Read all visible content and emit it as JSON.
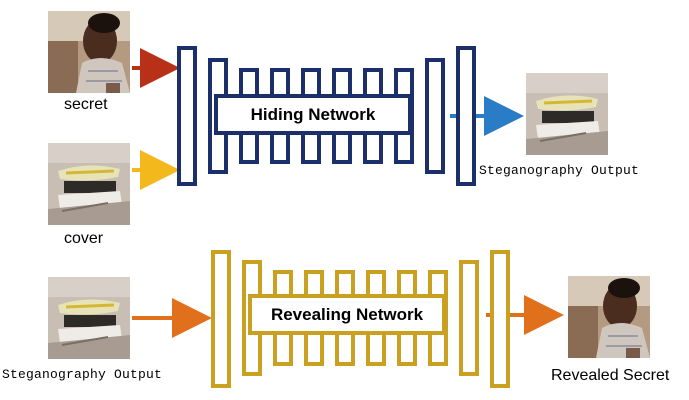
{
  "labels": {
    "secret": "secret",
    "cover": "cover",
    "stego_output_top": "Steganography Output",
    "stego_output_bottom": "Steganography Output",
    "revealed_secret": "Revealed Secret"
  },
  "networks": {
    "hiding": {
      "label": "Hiding Network",
      "color": "#1b2f6b"
    },
    "revealing": {
      "label": "Revealing Network",
      "color": "#c9a020"
    }
  },
  "arrows": {
    "secret_color": "#b83018",
    "cover_color": "#f2b81c",
    "output_color": "#2a7cc6",
    "reveal_color": "#e0701c"
  }
}
